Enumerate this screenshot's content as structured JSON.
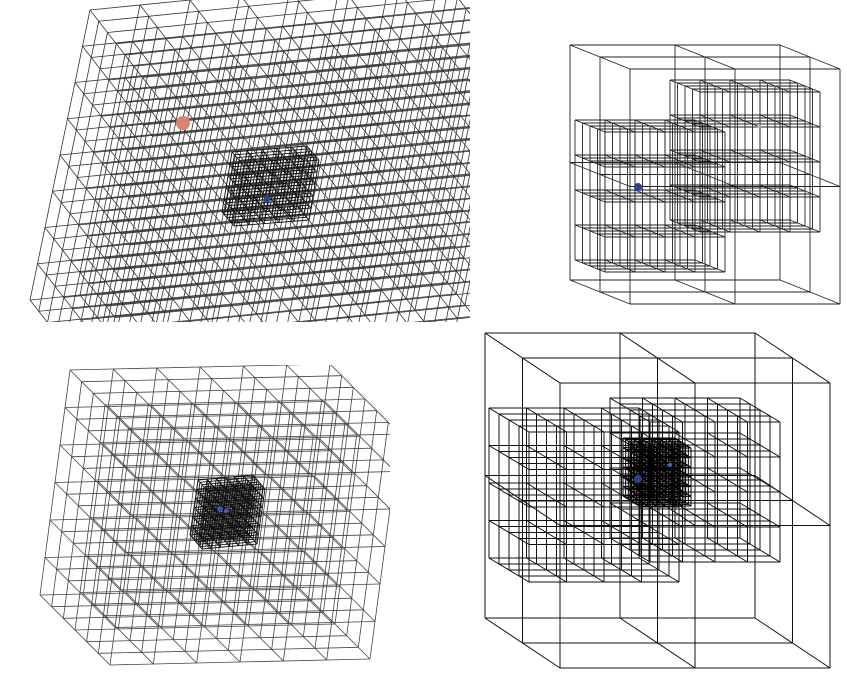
{
  "figure": {
    "panels": [
      {
        "id": "top-left",
        "view": "oblique-tilted",
        "points": [
          {
            "color": "#d9826e",
            "label": "",
            "kind": "large-sphere"
          },
          {
            "color": "#2d3f8f",
            "label": "",
            "kind": "small-sphere"
          }
        ]
      },
      {
        "id": "top-right",
        "view": "front-oblique",
        "points": [
          {
            "color": "#2d3f8f",
            "label": "",
            "kind": "small-sphere"
          },
          {
            "color": "#b0b0b0",
            "label": "",
            "kind": "tiny-dot"
          }
        ]
      },
      {
        "id": "bottom-left",
        "view": "oblique-rotated",
        "points": [
          {
            "color": "#3b53a4",
            "label": "",
            "kind": "cluster"
          }
        ]
      },
      {
        "id": "bottom-right",
        "view": "front-oblique-refined",
        "points": [
          {
            "color": "#2d3f8f",
            "label": "",
            "kind": "small-sphere"
          },
          {
            "color": "#4a66b8",
            "label": "",
            "kind": "tiny-dot"
          }
        ]
      }
    ],
    "colors": {
      "grid": "#222222",
      "grid_light": "#555555",
      "background": "#ffffff"
    }
  }
}
